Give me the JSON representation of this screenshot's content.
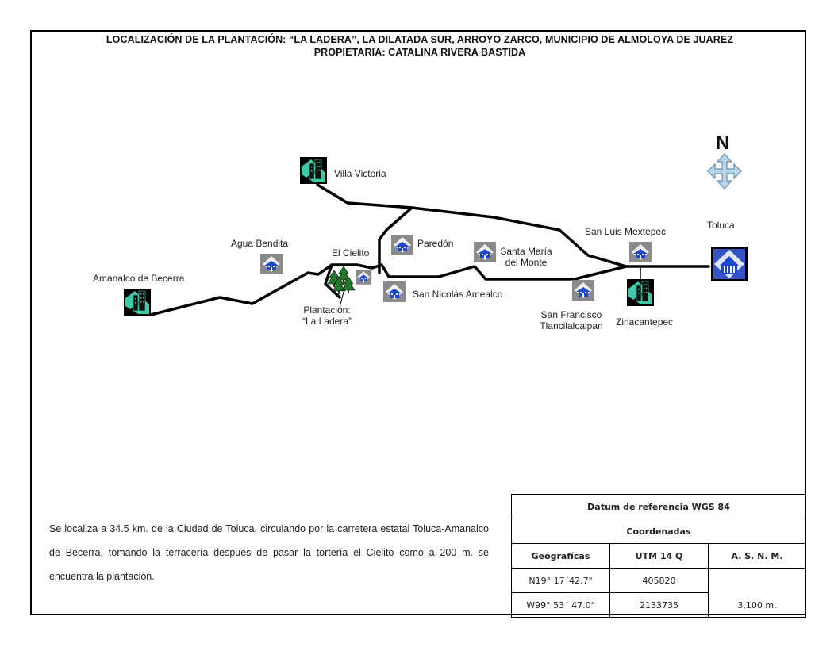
{
  "header": {
    "title_line1": "LOCALIZACIÓN DE LA PLANTACIÓN: “LA LADERA”, LA DILATADA SUR, ARROYO ZARCO, MUNICIPIO DE ALMOLOYA DE JUAREZ",
    "title_line2": "PROPIETARIA: CATALINA RIVERA BASTIDA"
  },
  "map": {
    "north_label": "N",
    "places": {
      "villa_victoria": "Villa Victoria",
      "toluca": "Toluca",
      "san_luis": "San Luis Mextepec",
      "agua_bendita": "Agua Bendita",
      "el_cielito": "El Cielito",
      "paredon": "Paredón",
      "santa_maria_1": "Santa María",
      "santa_maria_2": "del Monte",
      "amanalco": "Amanalco de Becerra",
      "san_nicolas": "San Nicolás Amealco",
      "plantacion_1": "Plantación:",
      "plantacion_2": "“La Ladera”",
      "san_francisco_1": "San Francisco",
      "san_francisco_2": "Tlancilalcalpan",
      "zinacantepec": "Zinacantepec"
    },
    "icons": {
      "city": "building-icon",
      "town": "house-icon",
      "capital": "capital-building-icon",
      "plantation": "pine-trees-icon",
      "north": "four-way-arrow-icon"
    },
    "colors": {
      "road": "#000000",
      "icon_teal": "#3fc9a8",
      "icon_blue": "#1f47c9"
    }
  },
  "description": "Se localiza a 34.5 km. de la Ciudad de Toluca, circulando por la carretera estatal Toluca-Amanalco de Becerra, tomando la terracería después de pasar la tortería el Cielito como a 200 m. se encuentra la plantación.",
  "coordinates_table": {
    "datum": "Datum de referencia WGS 84",
    "section": "Coordenadas",
    "headers": [
      "Geografícas",
      "UTM 14 Q",
      "A. S. N. M."
    ],
    "rows": [
      [
        "N19° 17´42.7\"",
        "405820"
      ],
      [
        "W99° 53´ 47.0\"",
        "2133735"
      ]
    ],
    "altitude": "3,100 m."
  }
}
